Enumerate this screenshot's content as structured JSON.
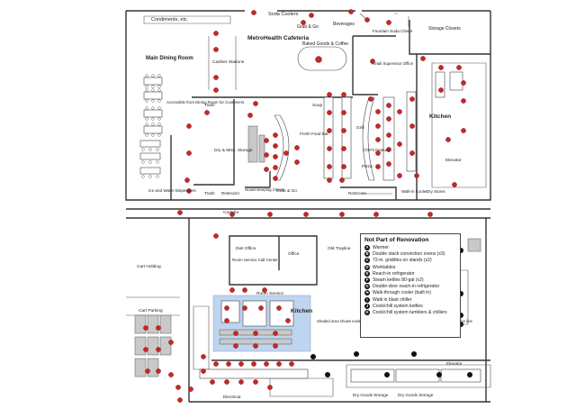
{
  "colors": {
    "tag": "#c62828",
    "highlight": "#a9c8ea",
    "letter_tag": "#111111"
  },
  "upper_labels": {
    "condiments": "Condiments, etc.",
    "soda_coolers": "Soda Coolers",
    "grab_go_top": "Grab & Go",
    "beverages": "Beverages",
    "fountain_soda": "Fountain Soda Closet",
    "storage_closets": "Storage Closets",
    "cafeteria_title": "MetroHealth Cafeteria",
    "baked_goods": "Baked Goods & Coffee",
    "main_dining": "Main Dining Room",
    "cashier": "Cashier Stations",
    "retail_office": "Retail Supervisor Office",
    "accessible": "Accessible from Dining Room for Customers",
    "trash_top": "Trash",
    "soup": "Soup",
    "grill": "Grill",
    "kitchen_top": "Kitchen",
    "fresh_food": "Fresh Food Bar",
    "dry_misc": "Dry & Misc. Storage",
    "chefs_feature": "Chef's Feature",
    "pizza": "Pizza",
    "elevator_top": "Elevator",
    "ice_water": "Ice and Water Dispensers",
    "trash_bottom": "Trash",
    "restroom_1": "Restroom",
    "housekeeping": "House-keeping Closet",
    "grab_go_bottom": "Grab & Go",
    "restroom_2": "Restroom",
    "walkin_cooler": "Walk-in Cooler",
    "dry_stores": "Dry Stores"
  },
  "lower_labels": {
    "corridor": "Corridor",
    "diet_office": "Diet Office",
    "room_service_cc": "Room Service Call Center",
    "office": "Office",
    "old_trayline": "Old Trayline",
    "cart_holding": "Cart Holding",
    "cart_parking": "Cart Parking",
    "room_service": "Room Service",
    "kitchen_bottom": "Kitchen",
    "shaded_note": "Shaded area shows existing walk-in refrigerator removed in order to build room service line",
    "elevator_bottom": "Elevator",
    "electrical": "Electrical",
    "dry_goods_1": "Dry Goods Storage",
    "dry_goods_2": "Dry Goods Storage"
  },
  "legend": {
    "title": "Not Part of Renovation",
    "items": [
      {
        "letter": "A",
        "text": "Warmer"
      },
      {
        "letter": "B",
        "text": "Double stack convection ovens (x3)"
      },
      {
        "letter": "C",
        "text": "72-in. griddles on stands (x2)"
      },
      {
        "letter": "D",
        "text": "Worktables"
      },
      {
        "letter": "E",
        "text": "Reach-in refrigerator"
      },
      {
        "letter": "F",
        "text": "Steam kettles 80-gal (x2)"
      },
      {
        "letter": "G",
        "text": "Double-door reach-in refrigerator"
      },
      {
        "letter": "H",
        "text": "Walk-through cooler (built in)"
      },
      {
        "letter": "I",
        "text": "Walk in blast chiller"
      },
      {
        "letter": "J",
        "text": "Cook/chill system kettles"
      },
      {
        "letter": "K",
        "text": "Cook/chill system tumblers & chillers"
      }
    ]
  }
}
